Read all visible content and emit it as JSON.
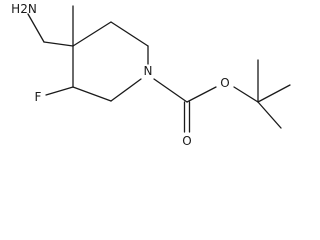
{
  "molecule": {
    "atom_labels": {
      "amine": "H2N",
      "fluorine": "F",
      "ring_nitrogen": "N",
      "ester_oxygen": "O",
      "carbonyl_oxygen": "O"
    }
  }
}
